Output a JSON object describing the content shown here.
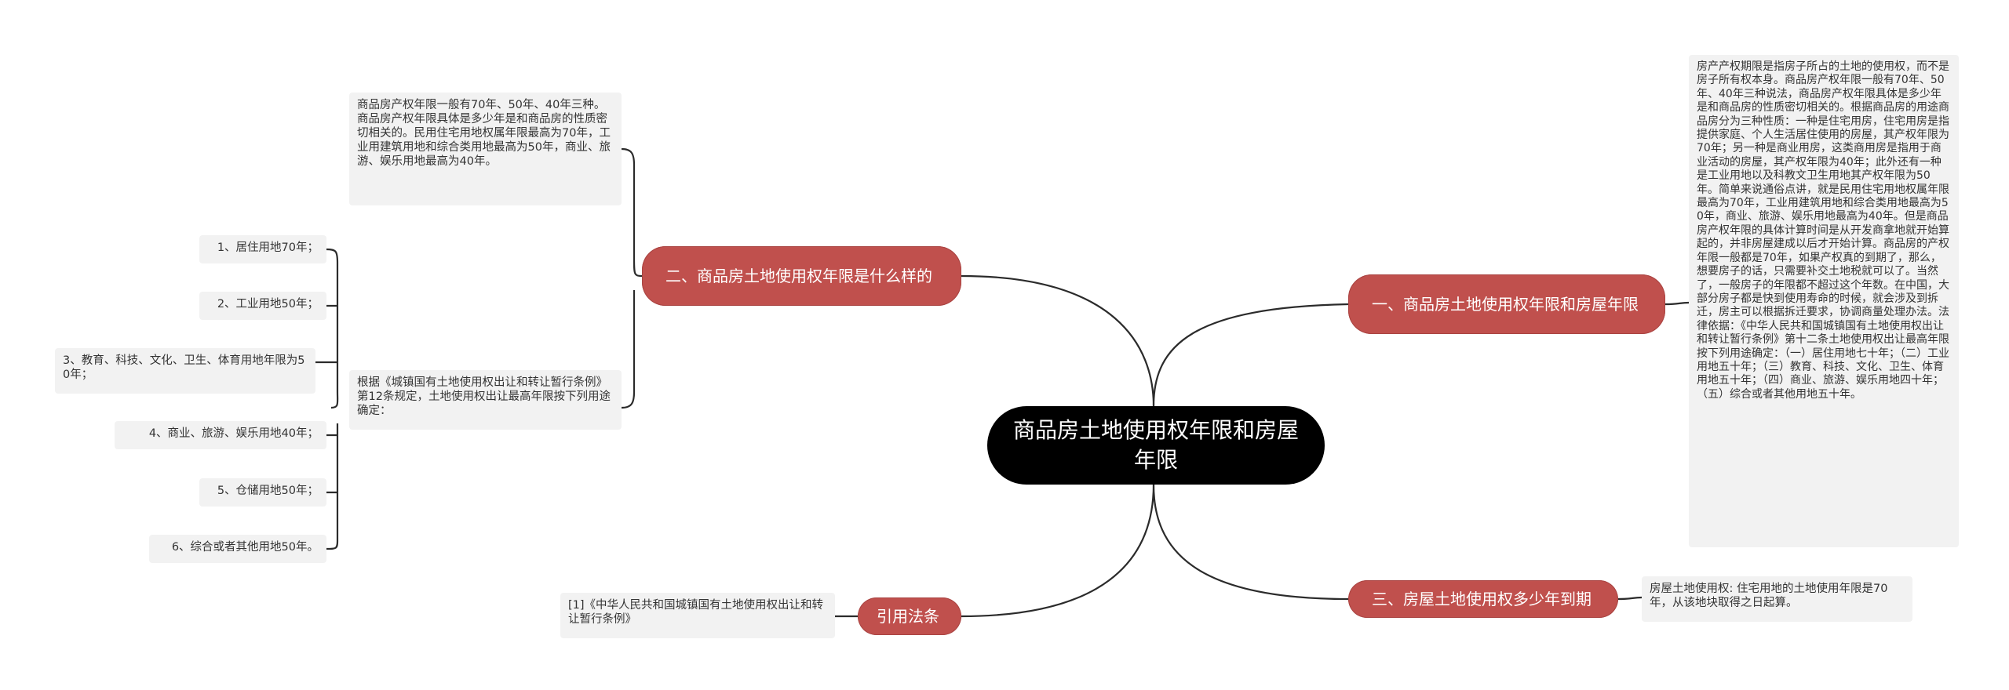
{
  "center": {
    "label": "商品房土地使用权年限和房屋年限"
  },
  "branches": {
    "b1": "一、商品房土地使用权年限和房屋年限",
    "b2": "二、商品房土地使用权年限是什么样的",
    "b3": "三、房屋土地使用权多少年到期",
    "b4": "引用法条"
  },
  "leaves": {
    "b1_detail": "房产产权期限是指房子所占的土地的使用权，而不是房子所有权本身。商品房产权年限一般有70年、50年、40年三种说法，商品房产权年限具体是多少年是和商品房的性质密切相关的。根据商品房的用途商品房分为三种性质：一种是住宅用房，住宅用房是指提供家庭、个人生活居住使用的房屋，其产权年限为70年；另一种是商业用房，这类商用房是指用于商业活动的房屋，其产权年限为40年；此外还有一种是工业用地以及科教文卫生用地其产权年限为50年。简单来说通俗点讲，就是民用住宅用地权属年限最高为70年，工业用建筑用地和综合类用地最高为50年，商业、旅游、娱乐用地最高为40年。但是商品房产权年限的具体计算时间是从开发商拿地就开始算起的，并非房屋建成以后才开始计算。商品房的产权年限一般都是70年，如果产权真的到期了，那么，想要房子的话，只需要补交土地税就可以了。当然了，一般房子的年限都不超过这个年数。在中国，大部分房子都是快到使用寿命的时候，就会涉及到拆迁，房主可以根据拆迁要求，协调商量处理办法。法律依据：《中华人民共和国城镇国有土地使用权出让和转让暂行条例》第十二条土地使用权出让最高年限按下列用途确定：（一）居住用地七十年；（二）工业用地五十年；（三）教育、科技、文化、卫生、体育用地五十年；（四）商业、旅游、娱乐用地四十年；（五）综合或者其他用地五十年。",
    "b2_summary": "商品房产权年限一般有70年、50年、40年三种。商品房产权年限具体是多少年是和商品房的性质密切相关的。民用住宅用地权属年限最高为70年，工业用建筑用地和综合类用地最高为50年，商业、旅游、娱乐用地最高为40年。",
    "b2_regulation": "根据《城镇国有土地使用权出让和转让暂行条例》第12条规定，土地使用权出让最高年限按下列用途确定：",
    "b3_detail": "房屋土地使用权: 住宅用地的土地使用年限是70年，从该地块取得之日起算。",
    "b4_ref": "[1]《中华人民共和国城镇国有土地使用权出让和转让暂行条例》"
  },
  "uses": [
    "1、居住用地70年；",
    "2、工业用地50年；",
    "3、教育、科技、文化、卫生、体育用地年限为50年；",
    "4、商业、旅游、娱乐用地40年；",
    "5、仓储用地50年；",
    "6、综合或者其他用地50年。"
  ],
  "colors": {
    "center": "#000000",
    "branch": "#c0504d",
    "leaf": "#f2f2f2",
    "line": "#2b2b2b"
  }
}
